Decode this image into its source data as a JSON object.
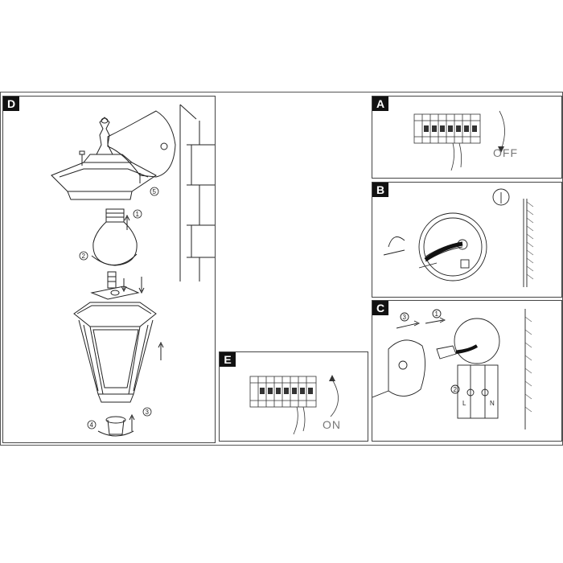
{
  "panels": {
    "D": {
      "label": "D",
      "steps": [
        "1",
        "2",
        "3",
        "4",
        "5"
      ]
    },
    "A": {
      "label": "A",
      "word": "OFF"
    },
    "B": {
      "label": "B"
    },
    "C": {
      "label": "C",
      "steps": [
        "1",
        "2",
        "3"
      ],
      "wire_labels": [
        "L",
        "N"
      ]
    },
    "E": {
      "label": "E",
      "word": "ON"
    }
  }
}
